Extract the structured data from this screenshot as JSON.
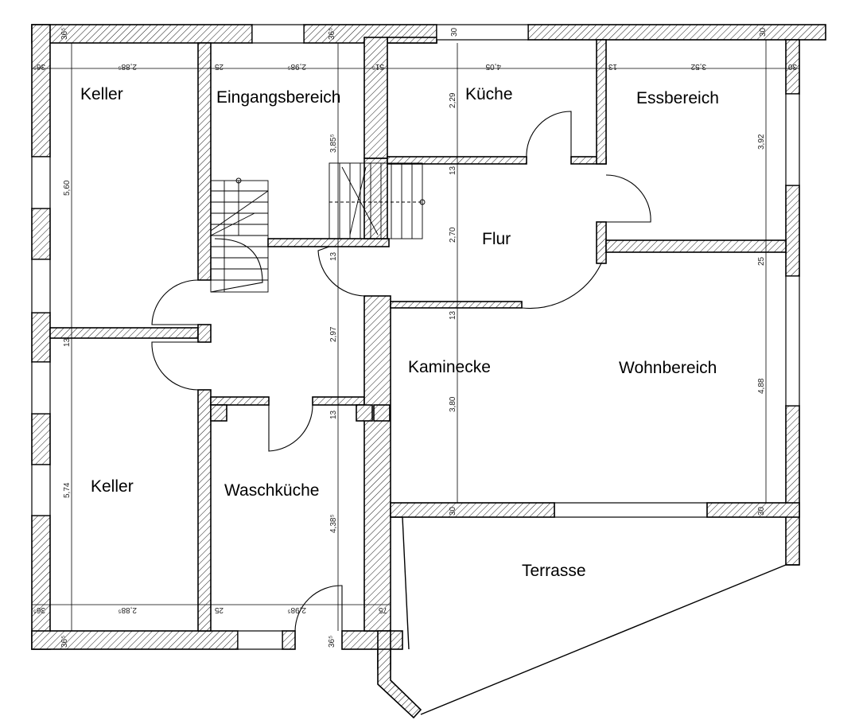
{
  "rooms": {
    "keller_top": "Keller",
    "eingangsbereich": "Eingangsbereich",
    "kueche": "Küche",
    "essbereich": "Essbereich",
    "flur": "Flur",
    "kaminecke": "Kaminecke",
    "wohnbereich": "Wohnbereich",
    "keller_bottom": "Keller",
    "waschkueche": "Waschküche",
    "terrasse": "Terrasse"
  },
  "dimensions": {
    "top_wall_left": "36⁵",
    "top_wall_mid": "36⁵",
    "top_wall_kitchen": "30",
    "top_wall_right": "30",
    "row_top": [
      "36⁵",
      "2,88⁵",
      "25",
      "2,98⁵",
      "51⁵",
      "4,05",
      "13",
      "3,52",
      "30"
    ],
    "row_bottom": [
      "36⁵",
      "2,88⁵",
      "25",
      "2,98⁵",
      "75"
    ],
    "keller_top_height": "5,60",
    "keller_bottom_height": "5,74",
    "keller_divider": "13",
    "eingang_height": "3,85⁵",
    "eingang_wall": "13",
    "mid_height": "2,97",
    "mid_wall": "13",
    "wasch_height": "4,38⁵",
    "kueche_height": "2,29",
    "kueche_wall": "13",
    "flur_height": "2,70",
    "flur_wall": "13",
    "kamin_height": "3,80",
    "kamin_wall": "30",
    "essbereich_height": "3,92",
    "wohn_wall_top": "25",
    "wohn_height": "4,88",
    "wohn_wall_bottom": "30",
    "bottom_wall_left": "36⁵",
    "bottom_wall_mid": "36⁵"
  }
}
